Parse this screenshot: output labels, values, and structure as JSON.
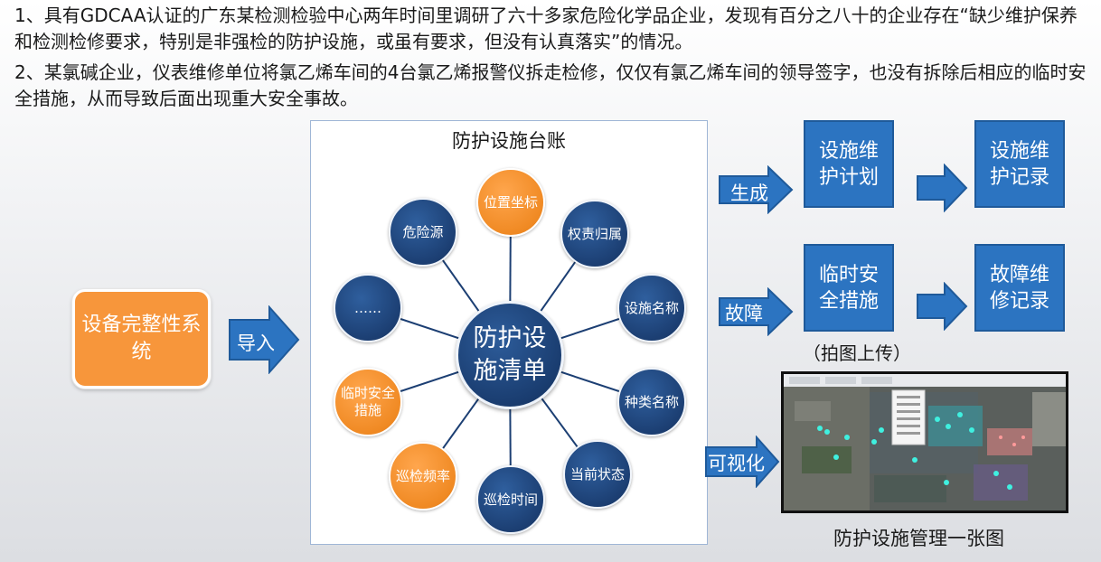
{
  "text": {
    "p1": "1、具有GDCAA认证的广东某检测检验中心两年时间里调研了六十多家危险化学品企业，发现有百分之八十的企业存在“缺少维护保养和检测检修要求，特别是非强检的防护设施，或虽有要求，但没有认真落实”的情况。",
    "p2": "2、某氯碱企业，仪表维修单位将氯乙烯车间的4台氯乙烯报警仪拆走检修，仅仅有氯乙烯车间的领导签字，也没有拆除后相应的临时安全措施，从而导致后面出现重大安全事故。"
  },
  "source_box": "设备完整性系统",
  "arrow_import": "导入",
  "panel": {
    "title": "防护设施台账",
    "center": "防护设施清单",
    "nodes": [
      {
        "label": "位置坐标",
        "color": "orange"
      },
      {
        "label": "权责归属",
        "color": "blue"
      },
      {
        "label": "设施名称",
        "color": "blue"
      },
      {
        "label": "种类名称",
        "color": "blue"
      },
      {
        "label": "当前状态",
        "color": "blue"
      },
      {
        "label": "巡检时间",
        "color": "blue"
      },
      {
        "label": "巡检频率",
        "color": "orange"
      },
      {
        "label": "临时安全措施",
        "color": "orange"
      },
      {
        "label": "……",
        "color": "blue"
      },
      {
        "label": "危险源",
        "color": "blue"
      }
    ]
  },
  "flow": {
    "generate": "生成",
    "fault": "故障",
    "visualize": "可视化",
    "maint_plan": "设施维护计划",
    "maint_record": "设施维护记录",
    "temp_measures": "临时安全措施",
    "repair_record": "故障维修记录",
    "photo_upload": "（拍图上传）",
    "map_caption": "防护设施管理一张图"
  },
  "colors": {
    "blue_box": "#2c74c1",
    "navy_node": "#1c3f73",
    "orange_node": "#f08a24",
    "source_orange": "#f7963b"
  }
}
